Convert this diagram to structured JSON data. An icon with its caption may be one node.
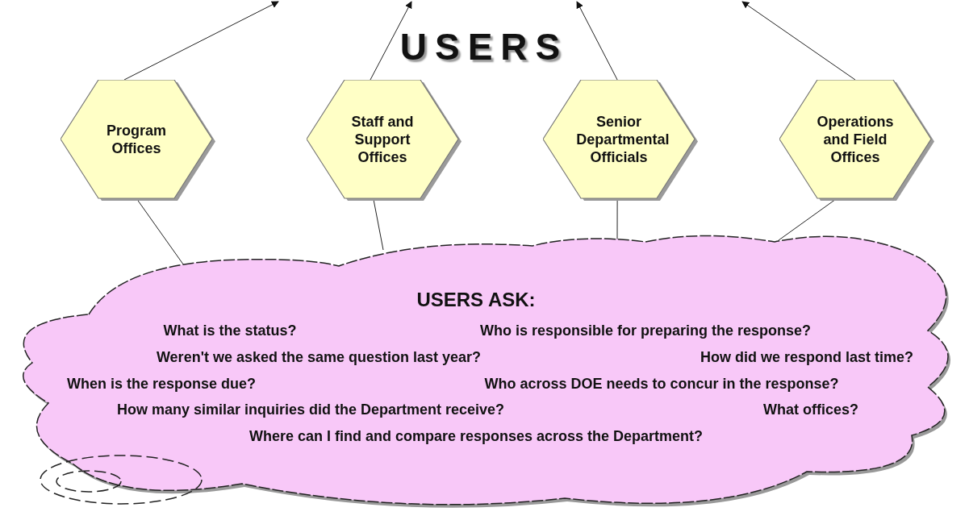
{
  "diagram": {
    "title": "USERS",
    "nodes": [
      {
        "text": [
          "Program Offices"
        ]
      },
      {
        "text": [
          "Staff and Support Offices"
        ]
      },
      {
        "text": [
          "Senior Departmental Officials"
        ]
      },
      {
        "text": [
          "Operations and Field Offices"
        ]
      },
      {
        "text": [
          "USERS ASK:",
          "What is the status?",
          "Who is responsible for preparing the response?",
          "Weren't we asked the same question last year?",
          "How did we respond last time?",
          "When is the response due?",
          "Who across DOE needs to concur in the response?",
          "How many similar inquiries did the Department receive?",
          "What offices?",
          "Where can I find and compare responses across the Department?"
        ]
      }
    ],
    "edges": [
      {
        "from": 0,
        "to": null,
        "arrow": "to"
      },
      {
        "from": 1,
        "to": null,
        "arrow": "to"
      },
      {
        "from": 2,
        "to": null,
        "arrow": "to"
      },
      {
        "from": 3,
        "to": null,
        "arrow": "to"
      },
      {
        "from": 0,
        "to": 4,
        "arrow": "none"
      },
      {
        "from": 1,
        "to": 4,
        "arrow": "none"
      },
      {
        "from": 2,
        "to": 4,
        "arrow": "none"
      },
      {
        "from": 3,
        "to": 4,
        "arrow": "none"
      }
    ]
  }
}
